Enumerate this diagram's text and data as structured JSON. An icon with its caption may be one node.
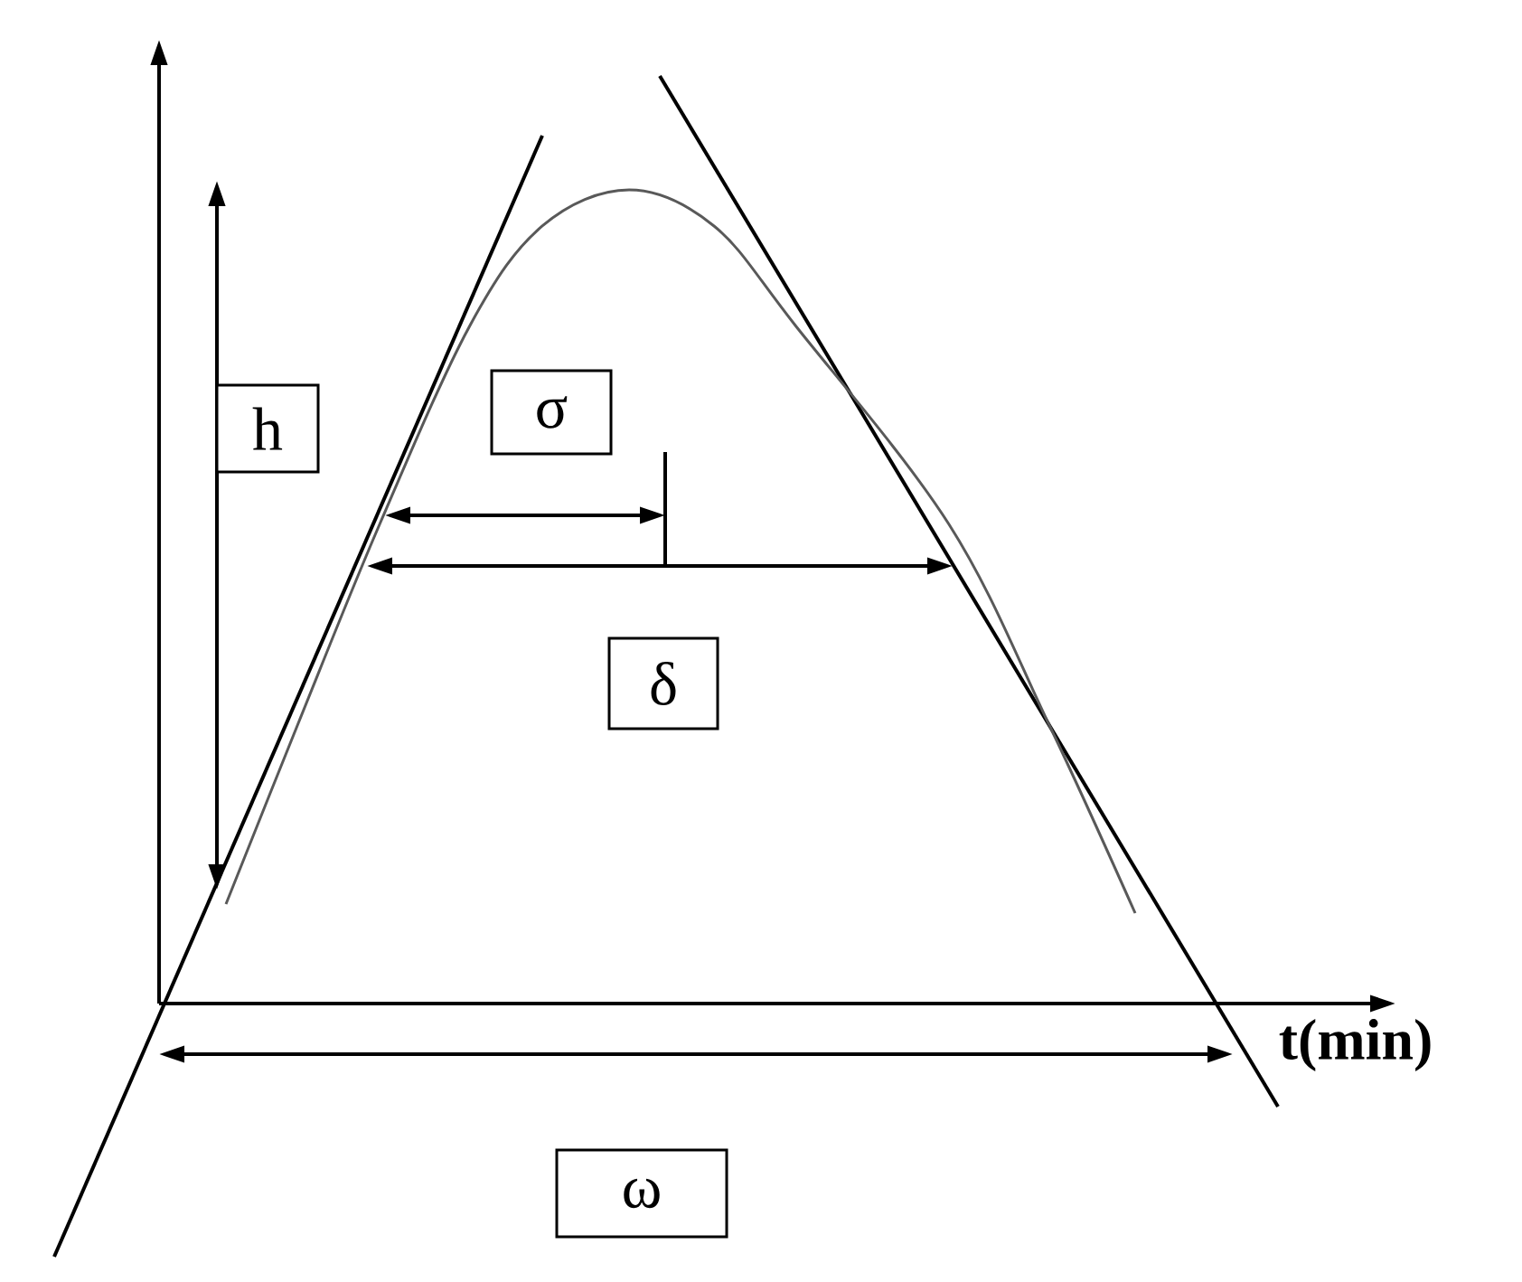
{
  "diagram": {
    "nodes": [
      {
        "text": [
          "h"
        ]
      },
      {
        "text": [
          "σ"
        ]
      },
      {
        "text": [
          "δ"
        ]
      },
      {
        "text": [
          "ω"
        ]
      }
    ],
    "labels": [
      "t(min)"
    ]
  }
}
